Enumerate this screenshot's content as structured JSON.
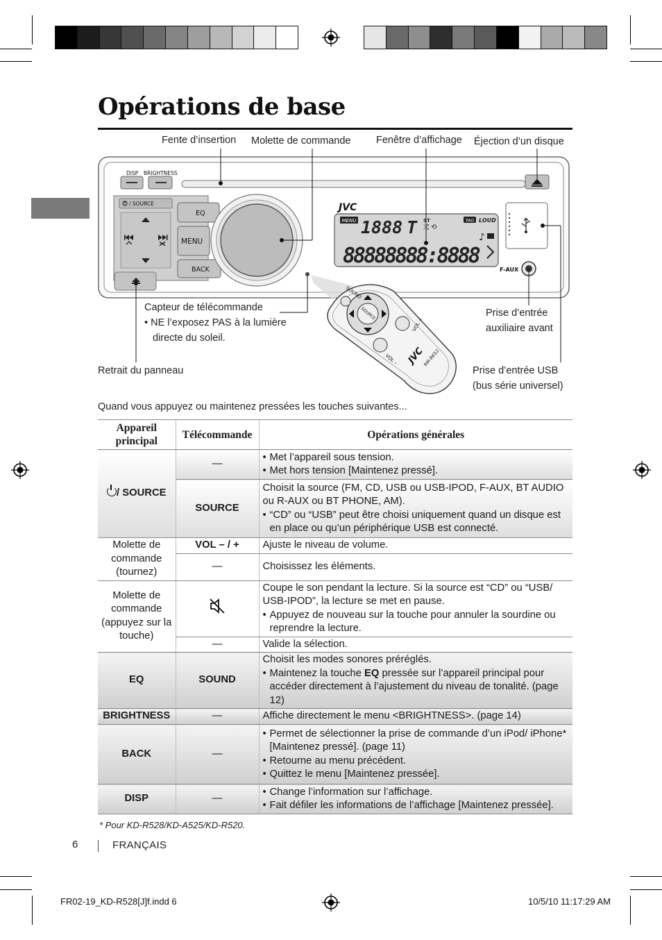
{
  "page": {
    "title": "Opérations de base",
    "intro": "Quand vous appuyez ou maintenez pressées les touches suivantes...",
    "footnote": "*  Pour KD-R528/KD-A525/KD-R520.",
    "page_number": "6",
    "language": "FRANÇAIS",
    "slug_left": "FR02-19_KD-R528[J]f.indd   6",
    "slug_right": "10/5/10   11:17:29 AM"
  },
  "colors": {
    "ink": "#1a1a1a",
    "panel_gray": "#c8c8c8",
    "tab_gray": "#7a7a7a",
    "registration_swatches_left": [
      "#000000",
      "#1c1c1c",
      "#363636",
      "#505050",
      "#6a6a6a",
      "#848484",
      "#9e9e9e",
      "#b8b8b8",
      "#d2d2d2",
      "#ececec",
      "#ffffff"
    ],
    "registration_swatches_right": [
      "#e6e6e6",
      "#6a6a6a",
      "#8e8e8e",
      "#2e2e2e",
      "#7a7a7a",
      "#5a5a5a",
      "#000000",
      "#f2f2f2",
      "#aaaaaa",
      "#bbbbbb",
      "#888888"
    ]
  },
  "callouts": {
    "slot": "Fente d’insertion",
    "dial": "Molette de commande",
    "display": "Fenêtre d’affichage",
    "eject": "Éjection d’un disque",
    "sensor": "Capteur de télécommande",
    "sensor_note": "NE l’exposez PAS à la lumière directe du soleil.",
    "aux_line1": "Prise d’entrée",
    "aux_line2": "auxiliaire avant",
    "detach": "Retrait du panneau",
    "usb_line1": "Prise d’entrée USB",
    "usb_line2": "(bus série universel)"
  },
  "device": {
    "btn_disp": "DISP",
    "btn_brightness": "BRIGHTNESS",
    "btn_source": "/ SOURCE",
    "btn_eq": "EQ",
    "btn_menu": "MENU",
    "btn_back": "BACK",
    "brand": "JVC",
    "lcd_menu": "MENU",
    "lcd_st": "ST",
    "lcd_tag": "TAG",
    "lcd_loud": "LOUD",
    "faux": "F-AUX",
    "remote_sound": "SOUND",
    "remote_source": "SOURCE",
    "remote_vol_minus": "VOL –",
    "remote_vol_plus": "VOL +",
    "remote_brand": "JVC",
    "remote_model": "RM-RK52"
  },
  "table": {
    "headers": [
      "Appareil principal",
      "Télécommande",
      "Opérations générales"
    ],
    "rows": {
      "r1_main": "/ SOURCE",
      "r1a_remote": "—",
      "r1a_ops": [
        "Met l’appareil sous tension.",
        "Met hors tension [Maintenez pressé]."
      ],
      "r1b_remote": "SOURCE",
      "r1b_text": "Choisit la source (FM, CD, USB ou USB-IPOD, F-AUX, BT AUDIO ou R-AUX ou BT PHONE, AM).",
      "r1b_ops": [
        "“CD” ou “USB” peut être choisi uniquement quand un disque est en place ou qu’un périphérique USB est connecté."
      ],
      "r2_main": "Molette de commande (tournez)",
      "r2a_remote": "VOL – / +",
      "r2a_text": "Ajuste le niveau de volume.",
      "r2b_remote": "—",
      "r2b_text": "Choisissez les éléments.",
      "r3_main": "Molette de commande (appuyez sur la touche)",
      "r3a_icon": "mute-icon",
      "r3a_text": "Coupe le son pendant la lecture. Si la source est “CD” ou “USB/ USB-IPOD”, la lecture se met en pause.",
      "r3a_ops": [
        "Appuyez de nouveau sur la touche pour annuler la sourdine ou reprendre la lecture."
      ],
      "r3b_remote": "—",
      "r3b_text": "Valide la sélection.",
      "r4_main": "EQ",
      "r4_remote": "SOUND",
      "r4_text": "Choisit les modes sonores préréglés.",
      "r4_bullet_pre": "Maintenez la touche ",
      "r4_bullet_key": "EQ",
      "r4_bullet_post": " pressée sur l’appareil principal pour accéder directement à l’ajustement du niveau de tonalité. (page 12)",
      "r5_main": "BRIGHTNESS",
      "r5_remote": "—",
      "r5_text": "Affiche directement le menu <BRIGHTNESS>. (page 14)",
      "r6_main": "BACK",
      "r6_remote": "—",
      "r6_ops": [
        "Permet de sélectionner la prise de commande d’un iPod/ iPhone* [Maintenez pressé]. (page 11)",
        "Retourne au menu précédent.",
        "Quittez le menu [Maintenez pressée]."
      ],
      "r7_main": "DISP",
      "r7_remote": "—",
      "r7_ops": [
        "Change l’information sur l’affichage.",
        "Fait défiler les informations de l’affichage [Maintenez pressée]."
      ]
    }
  }
}
